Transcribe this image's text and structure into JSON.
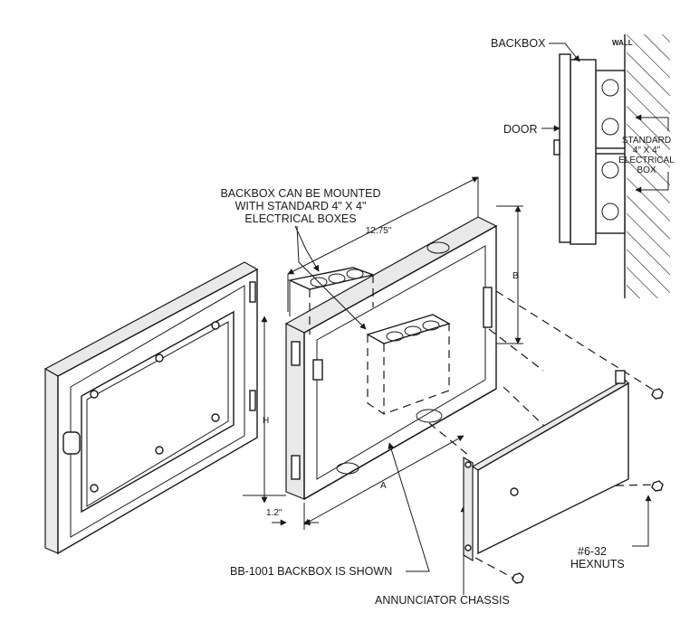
{
  "labels": {
    "backbox_side": "BACKBOX",
    "wall": "WALL",
    "door": "DOOR",
    "standard_box_side": [
      "STANDARD",
      "4\" X 4\"",
      "ELECTRICAL",
      "BOX"
    ],
    "mount_note": [
      "BACKBOX CAN BE MOUNTED",
      "WITH STANDARD 4\" X 4\"",
      "ELECTRICAL BOXES"
    ],
    "dim_width": "12.75\"",
    "dim_b": "B",
    "dim_h": "H",
    "dim_a": "A",
    "dim_depth": "1.2\"",
    "hexnuts": [
      "#6-32",
      "HEXNUTS"
    ],
    "backbox_shown": "BB-1001 BACKBOX IS SHOWN",
    "chassis": "ANNUNCIATOR CHASSIS"
  }
}
